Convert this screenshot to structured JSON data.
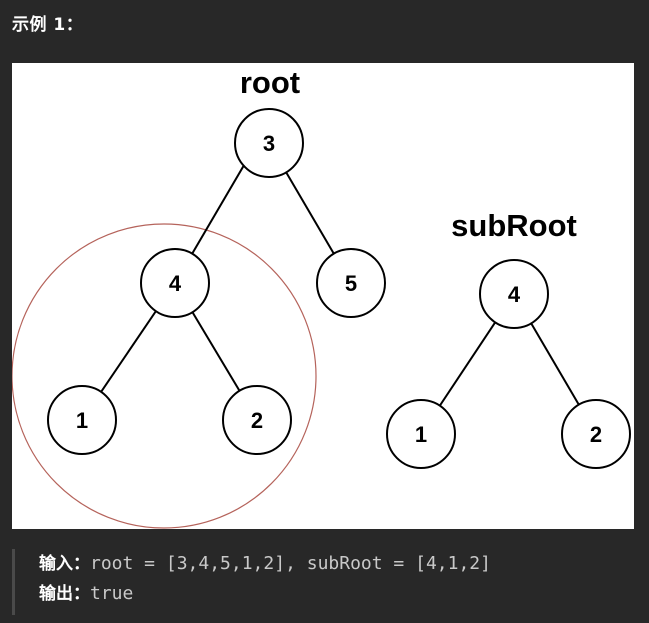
{
  "example": {
    "title": "示例 1："
  },
  "figure": {
    "root": {
      "label": "root",
      "nodes": [
        "3",
        "4",
        "5",
        "1",
        "2"
      ]
    },
    "subRoot": {
      "label": "subRoot",
      "nodes": [
        "4",
        "1",
        "2"
      ]
    },
    "colors": {
      "highlight_ring": "#b5635b",
      "background": "#ffffff"
    }
  },
  "io": {
    "input_label": "输入：",
    "input_value": "root = [3,4,5,1,2], subRoot = [4,1,2]",
    "output_label": "输出：",
    "output_value": "true"
  }
}
